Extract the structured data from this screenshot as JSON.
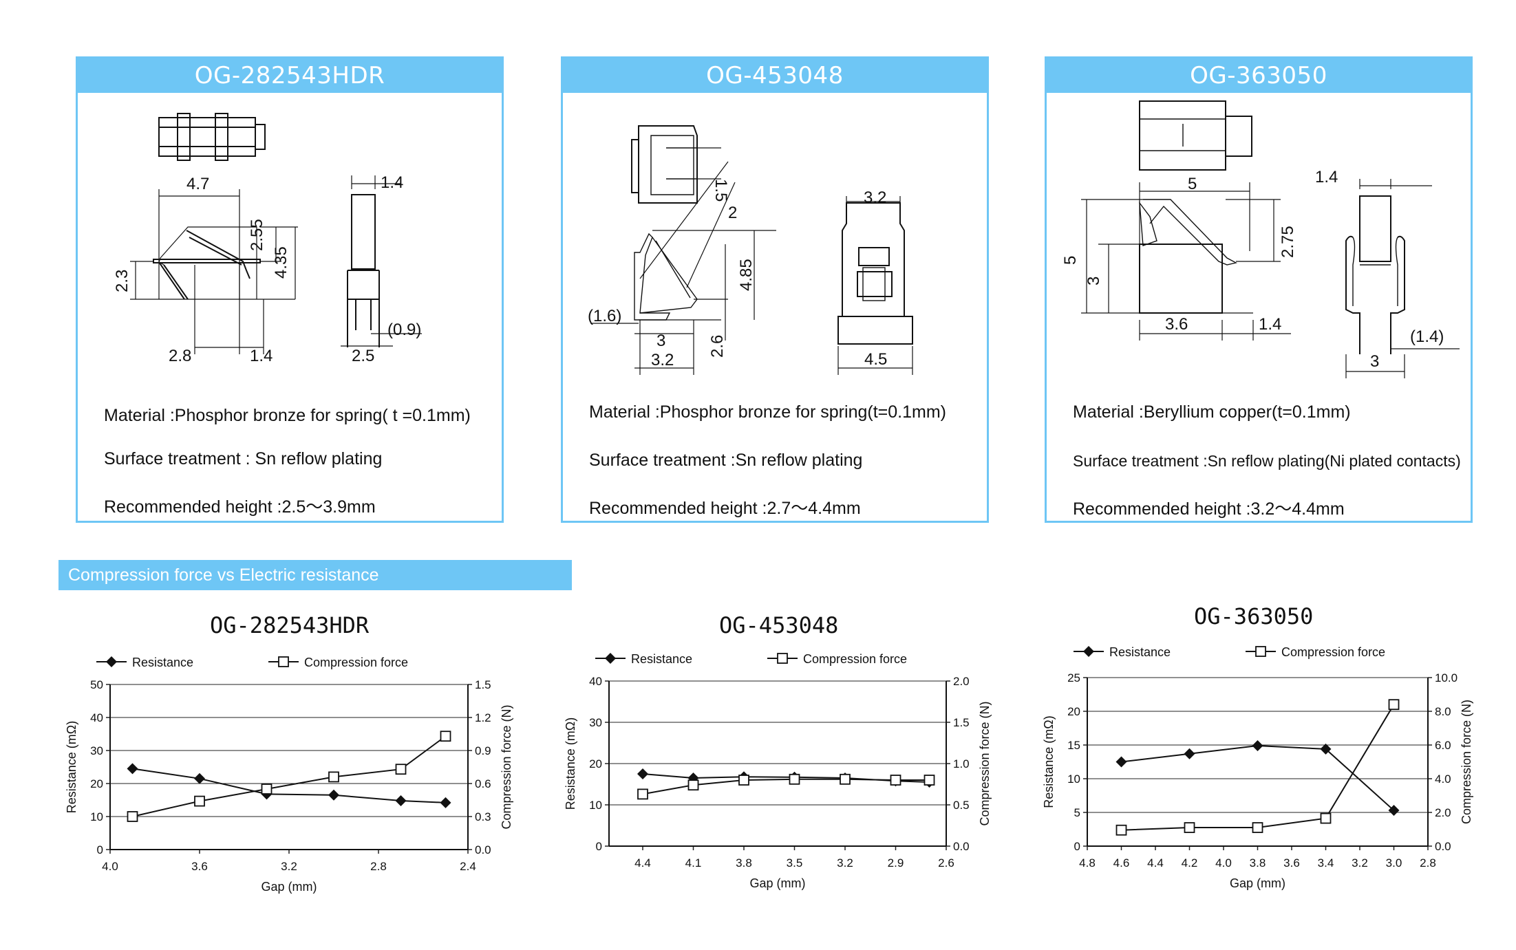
{
  "products": [
    {
      "name": "OG-282543HDR",
      "material": "Material :Phosphor bronze for spring( t =0.1mm)",
      "surface": "Surface treatment : Sn reflow plating",
      "height": "Recommended height :2.5〜3.9mm",
      "dims": {
        "d1": "4.7",
        "d2": "1.4",
        "d3": "2.55",
        "d4": "4.35",
        "d5": "2.3",
        "d6": "2.8",
        "d7": "1.4",
        "d8": "(0.9)",
        "d9": "2.5"
      }
    },
    {
      "name": "OG-453048",
      "material": "Material :Phosphor bronze for spring(t=0.1mm)",
      "surface": "Surface treatment :Sn reflow plating",
      "height": "Recommended height :2.7〜4.4mm",
      "dims": {
        "d1": "1.5",
        "d2": "2",
        "d3": "3.2",
        "d4": "4.85",
        "d5": "(1.6)",
        "d6": "3",
        "d7": "2.6",
        "d8": "3.2",
        "d9": "4.5"
      }
    },
    {
      "name": "OG-363050",
      "material": "Material :Beryllium copper(t=0.1mm)",
      "surface": "Surface treatment :Sn reflow plating(Ni plated contacts)",
      "height": "Recommended height :3.2〜4.4mm",
      "dims": {
        "d1": "5",
        "d2": "1.4",
        "d3": "2.75",
        "d4": "5",
        "d5": "3",
        "d6": "3.6",
        "d7": "1.4",
        "d8": "(1.4)",
        "d9": "3"
      }
    }
  ],
  "section_title": "Compression force vs Electric resistance",
  "colors": {
    "accent": "#6ec6f5",
    "line": "#111111"
  },
  "chart_data": [
    {
      "type": "line",
      "title": "OG-282543HDR",
      "xlabel": "Gap (mm)",
      "ylabel": "Resistance (mΩ)",
      "y2label": "Compression force (N)",
      "xlim": [
        4.0,
        2.4
      ],
      "xticks": [
        "4.0",
        "3.6",
        "3.2",
        "2.8",
        "2.4"
      ],
      "ylim": [
        0,
        50
      ],
      "yticks": [
        "0",
        "10",
        "20",
        "30",
        "40",
        "50"
      ],
      "y2lim": [
        0,
        1.5
      ],
      "y2ticks": [
        "0.0",
        "0.3",
        "0.6",
        "0.9",
        "1.2",
        "1.5"
      ],
      "legend": [
        "Resistance",
        "Compression force"
      ],
      "grid": true,
      "series": [
        {
          "name": "Resistance",
          "axis": "left",
          "marker": "diamond",
          "x": [
            3.9,
            3.6,
            3.3,
            3.0,
            2.7,
            2.5
          ],
          "y": [
            24.5,
            21.5,
            16.8,
            16.5,
            14.8,
            14.2
          ]
        },
        {
          "name": "Compression force",
          "axis": "right",
          "marker": "square",
          "x": [
            3.9,
            3.6,
            3.3,
            3.0,
            2.7,
            2.5
          ],
          "y": [
            0.3,
            0.44,
            0.55,
            0.66,
            0.73,
            1.03
          ]
        }
      ]
    },
    {
      "type": "line",
      "title": "OG-453048",
      "xlabel": "Gap (mm)",
      "ylabel": "Resistance (mΩ)",
      "y2label": "Compression force (N)",
      "xlim": [
        4.6,
        2.6
      ],
      "xticks": [
        "4.4",
        "4.1",
        "3.8",
        "3.5",
        "3.2",
        "2.9",
        "2.6"
      ],
      "ylim": [
        0,
        40
      ],
      "yticks": [
        "0",
        "10",
        "20",
        "30",
        "40"
      ],
      "y2lim": [
        0,
        2.0
      ],
      "y2ticks": [
        "0.0",
        "0.5",
        "1.0",
        "1.5",
        "2.0"
      ],
      "legend": [
        "Resistance",
        "Compression force"
      ],
      "grid": true,
      "series": [
        {
          "name": "Resistance",
          "axis": "left",
          "marker": "diamond",
          "x": [
            4.4,
            4.1,
            3.8,
            3.5,
            3.2,
            2.9,
            2.7
          ],
          "y": [
            17.5,
            16.5,
            16.8,
            16.7,
            16.5,
            15.8,
            15.5
          ]
        },
        {
          "name": "Compression force",
          "axis": "right",
          "marker": "square",
          "x": [
            4.4,
            4.1,
            3.8,
            3.5,
            3.2,
            2.9,
            2.7
          ],
          "y": [
            0.63,
            0.74,
            0.8,
            0.81,
            0.81,
            0.8,
            0.8
          ]
        }
      ]
    },
    {
      "type": "line",
      "title": "OG-363050",
      "xlabel": "Gap (mm)",
      "ylabel": "Resistance (mΩ)",
      "y2label": "Compression force (N)",
      "xlim": [
        4.8,
        2.8
      ],
      "xticks": [
        "4.8",
        "4.6",
        "4.4",
        "4.2",
        "4.0",
        "3.8",
        "3.6",
        "3.4",
        "3.2",
        "3.0",
        "2.8"
      ],
      "ylim": [
        0,
        25
      ],
      "yticks": [
        "0",
        "5",
        "10",
        "15",
        "20",
        "25"
      ],
      "y2lim": [
        0,
        10.0
      ],
      "y2ticks": [
        "0.0",
        "2.0",
        "4.0",
        "6.0",
        "8.0",
        "10.0"
      ],
      "legend": [
        "Resistance",
        "Compression force"
      ],
      "grid": true,
      "series": [
        {
          "name": "Resistance",
          "axis": "left",
          "marker": "diamond",
          "x": [
            4.6,
            4.2,
            3.8,
            3.4,
            3.0
          ],
          "y": [
            12.5,
            13.7,
            14.9,
            14.4,
            5.3
          ]
        },
        {
          "name": "Compression force",
          "axis": "right",
          "marker": "square",
          "x": [
            4.6,
            4.2,
            3.8,
            3.4,
            3.0
          ],
          "y": [
            0.95,
            1.1,
            1.1,
            1.65,
            8.4
          ]
        }
      ]
    }
  ]
}
